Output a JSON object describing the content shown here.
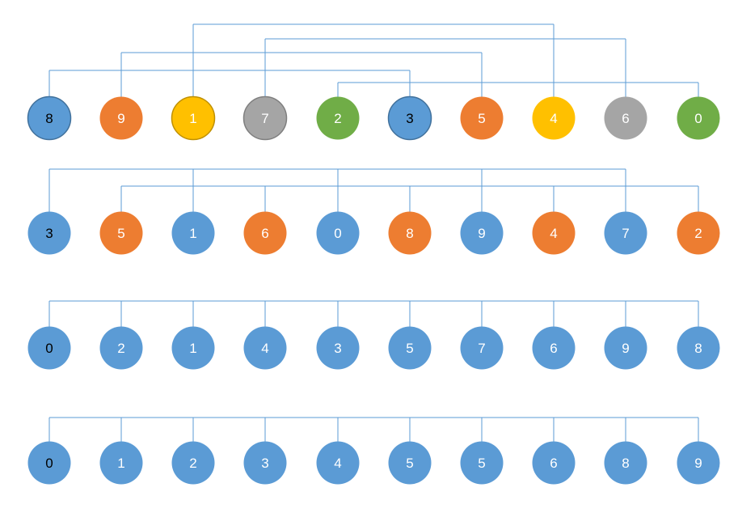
{
  "colors": {
    "blue": "#5B9BD5",
    "blue_stroke": "#41719C",
    "orange": "#ED7D31",
    "yellow": "#FFC000",
    "yellow_stroke": "#BF9000",
    "gray": "#A5A5A5",
    "gray_stroke": "#7F7F7F",
    "green": "#70AD47",
    "line": "#5B9BD5",
    "text_dark": "#000000",
    "text_light": "#ffffff"
  },
  "rows": [
    {
      "nodes": [
        {
          "label": "8",
          "color": "blue",
          "text": "text_dark",
          "stroke": "blue_stroke"
        },
        {
          "label": "9",
          "color": "orange",
          "text": "text_light"
        },
        {
          "label": "1",
          "color": "yellow",
          "text": "text_light",
          "stroke": "yellow_stroke"
        },
        {
          "label": "7",
          "color": "gray",
          "text": "text_light",
          "stroke": "gray_stroke"
        },
        {
          "label": "2",
          "color": "green",
          "text": "text_light"
        },
        {
          "label": "3",
          "color": "blue",
          "text": "text_dark",
          "stroke": "blue_stroke"
        },
        {
          "label": "5",
          "color": "orange",
          "text": "text_light"
        },
        {
          "label": "4",
          "color": "yellow",
          "text": "text_light"
        },
        {
          "label": "6",
          "color": "gray",
          "text": "text_light"
        },
        {
          "label": "0",
          "color": "green",
          "text": "text_light"
        }
      ],
      "groups": [
        [
          2,
          7
        ],
        [
          3,
          8
        ],
        [
          1,
          6
        ],
        [
          0,
          5
        ],
        [
          4,
          9
        ]
      ]
    },
    {
      "nodes": [
        {
          "label": "3",
          "color": "blue",
          "text": "text_dark"
        },
        {
          "label": "5",
          "color": "orange",
          "text": "text_light"
        },
        {
          "label": "1",
          "color": "blue",
          "text": "text_light"
        },
        {
          "label": "6",
          "color": "orange",
          "text": "text_light"
        },
        {
          "label": "0",
          "color": "blue",
          "text": "text_light"
        },
        {
          "label": "8",
          "color": "orange",
          "text": "text_light"
        },
        {
          "label": "9",
          "color": "blue",
          "text": "text_light"
        },
        {
          "label": "4",
          "color": "orange",
          "text": "text_light"
        },
        {
          "label": "7",
          "color": "blue",
          "text": "text_light"
        },
        {
          "label": "2",
          "color": "orange",
          "text": "text_light"
        }
      ],
      "groups": [
        [
          0,
          2,
          4,
          6,
          8
        ],
        [
          1,
          3,
          5,
          7,
          9
        ]
      ]
    },
    {
      "nodes": [
        {
          "label": "0",
          "color": "blue",
          "text": "text_dark"
        },
        {
          "label": "2",
          "color": "blue",
          "text": "text_light"
        },
        {
          "label": "1",
          "color": "blue",
          "text": "text_light"
        },
        {
          "label": "4",
          "color": "blue",
          "text": "text_light"
        },
        {
          "label": "3",
          "color": "blue",
          "text": "text_light"
        },
        {
          "label": "5",
          "color": "blue",
          "text": "text_light"
        },
        {
          "label": "7",
          "color": "blue",
          "text": "text_light"
        },
        {
          "label": "6",
          "color": "blue",
          "text": "text_light"
        },
        {
          "label": "9",
          "color": "blue",
          "text": "text_light"
        },
        {
          "label": "8",
          "color": "blue",
          "text": "text_light"
        }
      ],
      "groups": [
        [
          0,
          1,
          2,
          3,
          4,
          5,
          6,
          7,
          8,
          9
        ]
      ]
    },
    {
      "nodes": [
        {
          "label": "0",
          "color": "blue",
          "text": "text_dark"
        },
        {
          "label": "1",
          "color": "blue",
          "text": "text_light"
        },
        {
          "label": "2",
          "color": "blue",
          "text": "text_light"
        },
        {
          "label": "3",
          "color": "blue",
          "text": "text_light"
        },
        {
          "label": "4",
          "color": "blue",
          "text": "text_light"
        },
        {
          "label": "5",
          "color": "blue",
          "text": "text_light"
        },
        {
          "label": "5",
          "color": "blue",
          "text": "text_light"
        },
        {
          "label": "6",
          "color": "blue",
          "text": "text_light"
        },
        {
          "label": "8",
          "color": "blue",
          "text": "text_light"
        },
        {
          "label": "9",
          "color": "blue",
          "text": "text_light"
        }
      ],
      "groups": [
        [
          0,
          1,
          2,
          3,
          4,
          5,
          6,
          7,
          8,
          9
        ]
      ]
    }
  ]
}
